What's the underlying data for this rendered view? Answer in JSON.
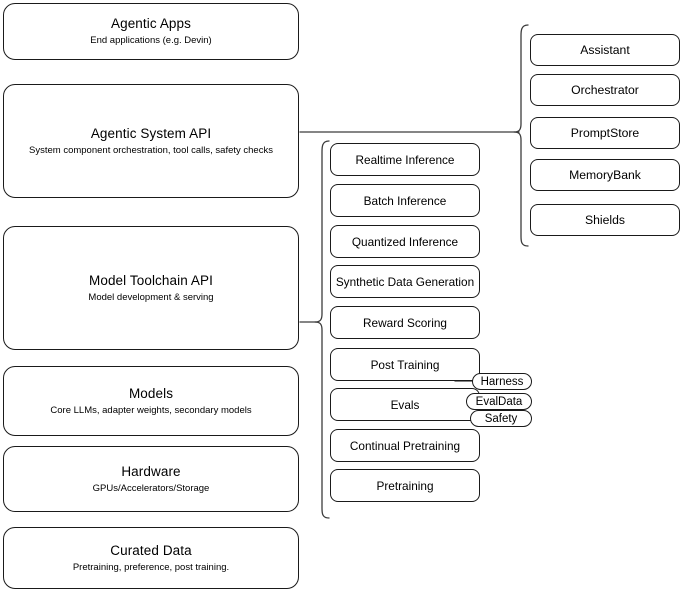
{
  "diagram": {
    "title": "AI stack layered architecture diagram",
    "accent_color": "#1a1a1a",
    "connector_color": "#3c3c3c",
    "background": "#ffffff"
  },
  "layers": [
    {
      "title": "Agentic Apps",
      "subtitle": "End applications (e.g. Devin)"
    },
    {
      "title": "Agentic System API",
      "subtitle": "System component orchestration, tool calls, safety checks"
    },
    {
      "title": "Model Toolchain API",
      "subtitle": "Model development & serving"
    },
    {
      "title": "Models",
      "subtitle": "Core LLMs, adapter weights, secondary models"
    },
    {
      "title": "Hardware",
      "subtitle": "GPUs/Accelerators/Storage"
    },
    {
      "title": "Curated Data",
      "subtitle": "Pretraining, preference, post training."
    }
  ],
  "toolchain_capabilities": [
    {
      "label": "Realtime Inference"
    },
    {
      "label": "Batch Inference"
    },
    {
      "label": "Quantized Inference"
    },
    {
      "label": "Synthetic Data Generation"
    },
    {
      "label": "Reward Scoring"
    },
    {
      "label": "Post Training"
    },
    {
      "label": "Evals"
    },
    {
      "label": "Continual Pretraining"
    },
    {
      "label": "Pretraining"
    }
  ],
  "system_components": [
    {
      "label": "Assistant"
    },
    {
      "label": "Orchestrator"
    },
    {
      "label": "PromptStore"
    },
    {
      "label": "MemoryBank"
    },
    {
      "label": "Shields"
    }
  ],
  "evals_subitems": [
    {
      "label": "Harness"
    },
    {
      "label": "EvalData"
    },
    {
      "label": "Safety"
    }
  ]
}
